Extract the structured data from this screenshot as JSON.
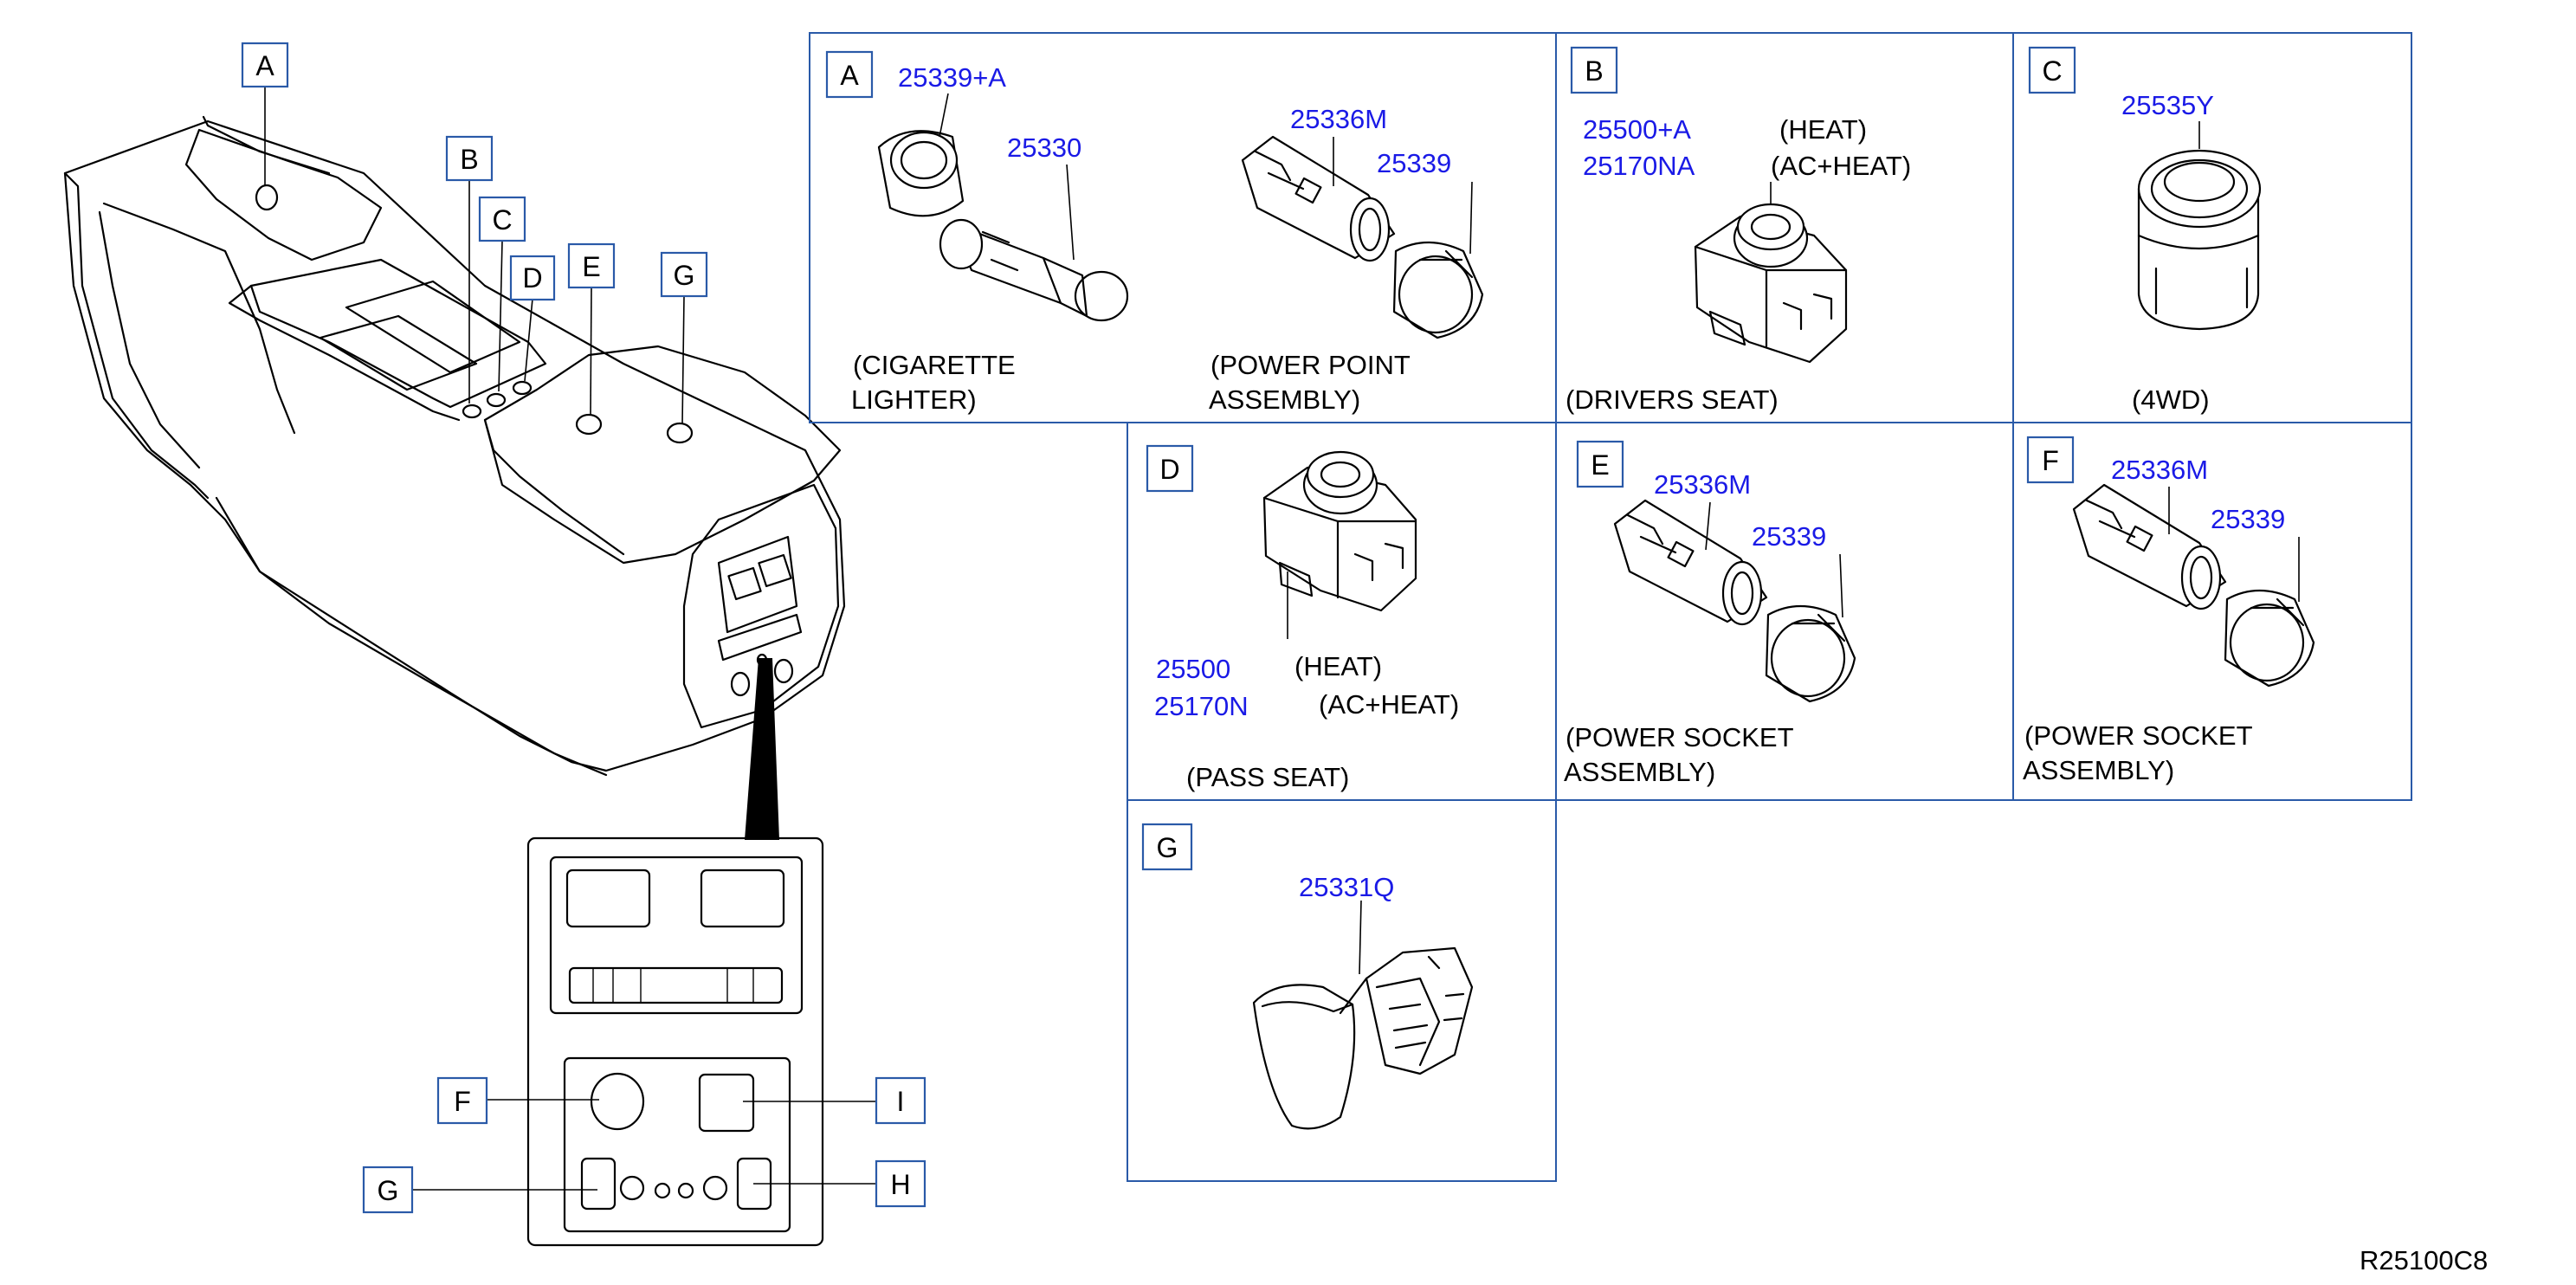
{
  "figure_code": "R25100C8",
  "overview": {
    "callouts": [
      "A",
      "B",
      "C",
      "D",
      "E",
      "G"
    ],
    "detail_callouts": [
      "F",
      "I",
      "G",
      "H"
    ]
  },
  "panels": {
    "A": {
      "key": "A",
      "parts": [
        "25339+A",
        "25330",
        "25336M",
        "25339"
      ],
      "captions": [
        "(CIGARETTE",
        "LIGHTER)",
        "(POWER   POINT",
        "ASSEMBLY)"
      ]
    },
    "B": {
      "key": "B",
      "parts": [
        "25500+A",
        "25170NA"
      ],
      "notes": [
        "(HEAT)",
        "(AC+HEAT)"
      ],
      "captions": [
        "(DRIVERS   SEAT)"
      ]
    },
    "C": {
      "key": "C",
      "parts": [
        "25535Y"
      ],
      "captions": [
        "(4WD)"
      ]
    },
    "D": {
      "key": "D",
      "parts": [
        "25500",
        "25170N"
      ],
      "notes": [
        "(HEAT)",
        "(AC+HEAT)"
      ],
      "captions": [
        "(PASS   SEAT)"
      ]
    },
    "E": {
      "key": "E",
      "parts": [
        "25336M",
        "25339"
      ],
      "captions": [
        "(POWER   SOCKET",
        "ASSEMBLY)"
      ]
    },
    "F": {
      "key": "F",
      "parts": [
        "25336M",
        "25339"
      ],
      "captions": [
        "(POWER   SOCKET",
        "ASSEMBLY)"
      ]
    },
    "G": {
      "key": "G",
      "parts": [
        "25331Q"
      ]
    }
  }
}
